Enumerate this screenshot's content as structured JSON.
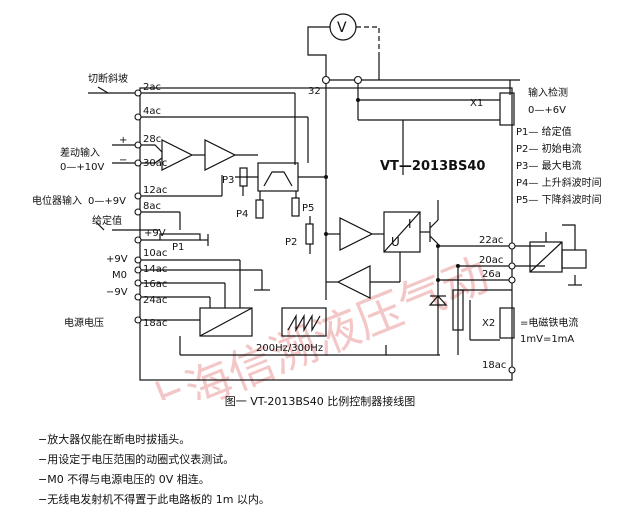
{
  "title": "VT—2013BS40",
  "caption": "图一   VT-2013BS40 比例控制器接线图",
  "watermark": "上海信溯液压气动",
  "meter_symbol": "V",
  "terminals": {
    "t32": "32",
    "t2ac": "2ac",
    "t4ac": "4ac",
    "t28c": "28c",
    "t30ac": "30ac",
    "t12ac": "12ac",
    "t8ac": "8ac",
    "t10ac": "10ac",
    "t14ac": "14ac",
    "t16ac": "16ac",
    "t24ac": "24ac",
    "t18ac": "18ac",
    "t22ac": "22ac",
    "t20ac": "20ac",
    "t26a": "26a",
    "t18ac_bottom": "18ac"
  },
  "left_labels": {
    "ramp_switch": "切断斜坡",
    "diff_input": "差动输入",
    "diff_range": "0—+10V",
    "pot_input": "电位器输入",
    "pot_range": "0—+9V",
    "setpoint": "给定值",
    "plus9v_pot": "+9V",
    "plus9v": "+9V",
    "m0": "M0",
    "minus9v": "−9V",
    "power": "电源电压",
    "plus": "+",
    "minus": "−"
  },
  "pots": {
    "p1": "P1",
    "p2": "P2",
    "p3": "P3",
    "p4": "P4",
    "p5": "P5"
  },
  "block_labels": {
    "u": "U",
    "i": "I",
    "x1": "X1",
    "x2": "X2",
    "freq": "200Hz/300Hz"
  },
  "right_labels": {
    "input_detect": "输入检测",
    "input_range": "0—+6V",
    "legend": [
      "P1— 给定值",
      "P2— 初始电流",
      "P3— 最大电流",
      "P4— 上升斜波时间",
      "P5— 下降斜波时间"
    ],
    "coil_current": "=电磁铁电流",
    "coil_scale": "1mV=1mA"
  },
  "notes": [
    "−放大器仅能在断电时拔插头。",
    "−用设定于电压范围的动圈式仪表测试。",
    "−M0 不得与电源电压的 0V 相连。",
    "−无线电发射机不得置于此电路板的 1m 以内。"
  ]
}
